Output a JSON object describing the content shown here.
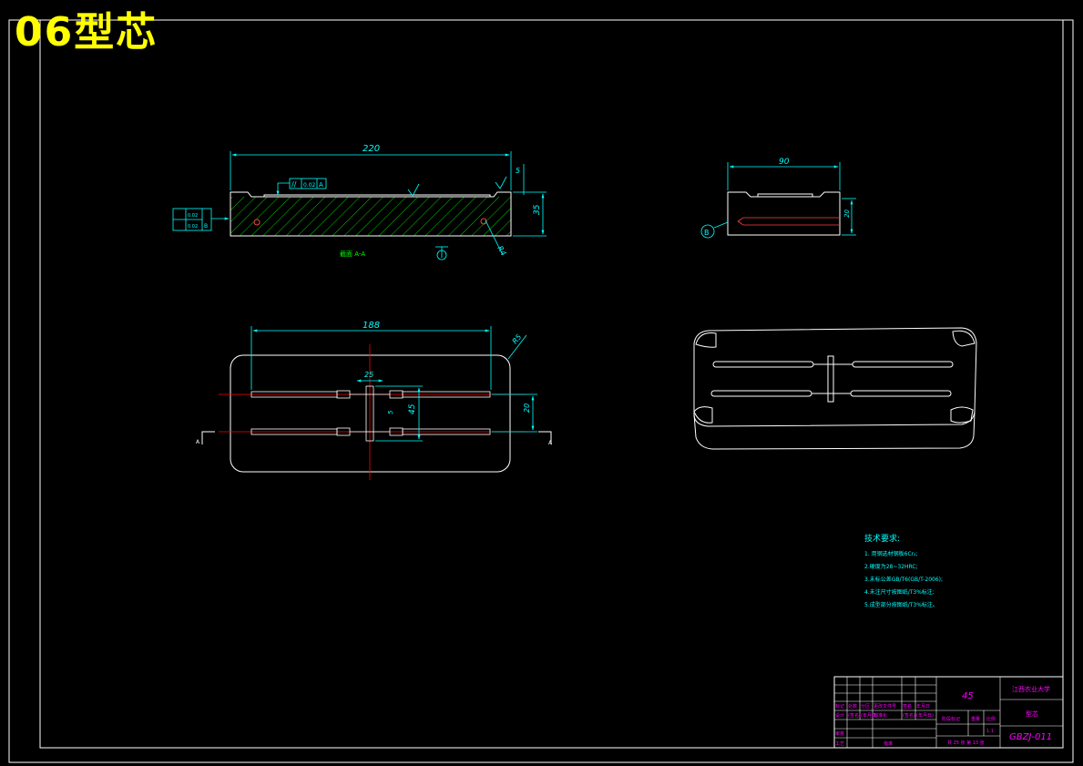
{
  "title": "06型芯",
  "section_label": "截面 A-A",
  "datum_label": "B",
  "section_marker": "A",
  "dimensions": {
    "front_length": "220",
    "front_height": "35",
    "front_step": "5",
    "front_chamfer": "R4",
    "side_width": "90",
    "side_height": "20",
    "top_length": "188",
    "top_corner": "R5",
    "top_gate": "25",
    "top_runner": "45",
    "top_offset": "20",
    "top_small": "5"
  },
  "tolerance_frame": {
    "symbol": "//",
    "value": "0.02",
    "datum": "A"
  },
  "left_tolerance_box": {
    "row1": "0.02",
    "row2": "0.02",
    "datum": "B"
  },
  "technical_notes": {
    "heading": "技术要求:",
    "items": [
      "1. 用钢选材钢板6Cr₂;",
      "2.硬度为28~32HRC;",
      "3.未标公差GB/T6(GB/T-2006);",
      "4.未注尺寸按图纸/T3%标注;",
      "5.成型部分按图纸/T3%标注。"
    ]
  },
  "title_block": {
    "material": "45",
    "school": "江西农业大学",
    "part_name": "型芯",
    "drawing_number": "GBZJ-011",
    "scale": "1:1",
    "sheet_info": "共 25 张 第 13 张",
    "header_row1": [
      "标记",
      "处数",
      "分区",
      "更改文件号",
      "签名",
      "年月日"
    ],
    "header_row2": [
      "设计",
      "(签名)",
      "(年月日)",
      "标准化",
      "(签名)",
      "(年月日)"
    ],
    "cols_right": [
      "阶段标记",
      "重量",
      "比例"
    ],
    "label_review": "审核",
    "label_process": "工艺",
    "label_approve": "批准"
  },
  "colors": {
    "background": "#000000",
    "outline": "#ffffff",
    "dimension": "#00ffff",
    "centerline": "#ff0000",
    "hatch": "#00ff00",
    "title": "#ffff00",
    "titleblock_text": "#ff00ff"
  }
}
